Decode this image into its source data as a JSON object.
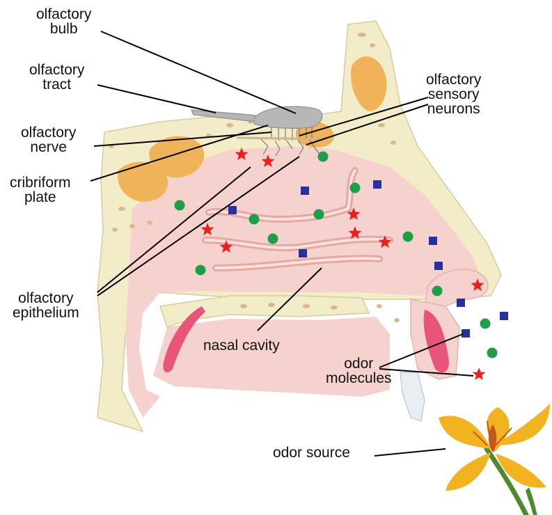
{
  "labels": {
    "olfactory_bulb": [
      "olfactory",
      "bulb"
    ],
    "olfactory_tract": [
      "olfactory",
      "tract"
    ],
    "olfactory_nerve": [
      "olfactory",
      "nerve"
    ],
    "cribriform_plate": [
      "cribriform",
      "plate"
    ],
    "olfactory_sensory_neurons": [
      "olfactory",
      "sensory",
      "neurons"
    ],
    "olfactory_epithelium": [
      "olfactory",
      "epithelium"
    ],
    "nasal_cavity": "nasal cavity",
    "odor_molecules": [
      "odor",
      "molecules"
    ],
    "odor_source": "odor source"
  },
  "colors": {
    "bone": "#f3ecc8",
    "bone_pore": "#d9b98a",
    "sinus": "#f0b35a",
    "soft_tissue": "#f6d2ce",
    "cavity": "#f2c6c2",
    "cartilage": "#e8557a",
    "neuron_line": "#7a7a7a",
    "bulb": "#a9a9a9",
    "star": "#e8211e",
    "circle": "#1f9e47",
    "square": "#2a2f9a",
    "petal": "#f2b321",
    "petal_center": "#c4561b",
    "stem": "#4f8a2c",
    "line": "#000000"
  },
  "molecules": {
    "star_count": 9,
    "circle_count": 11,
    "square_count": 9
  }
}
